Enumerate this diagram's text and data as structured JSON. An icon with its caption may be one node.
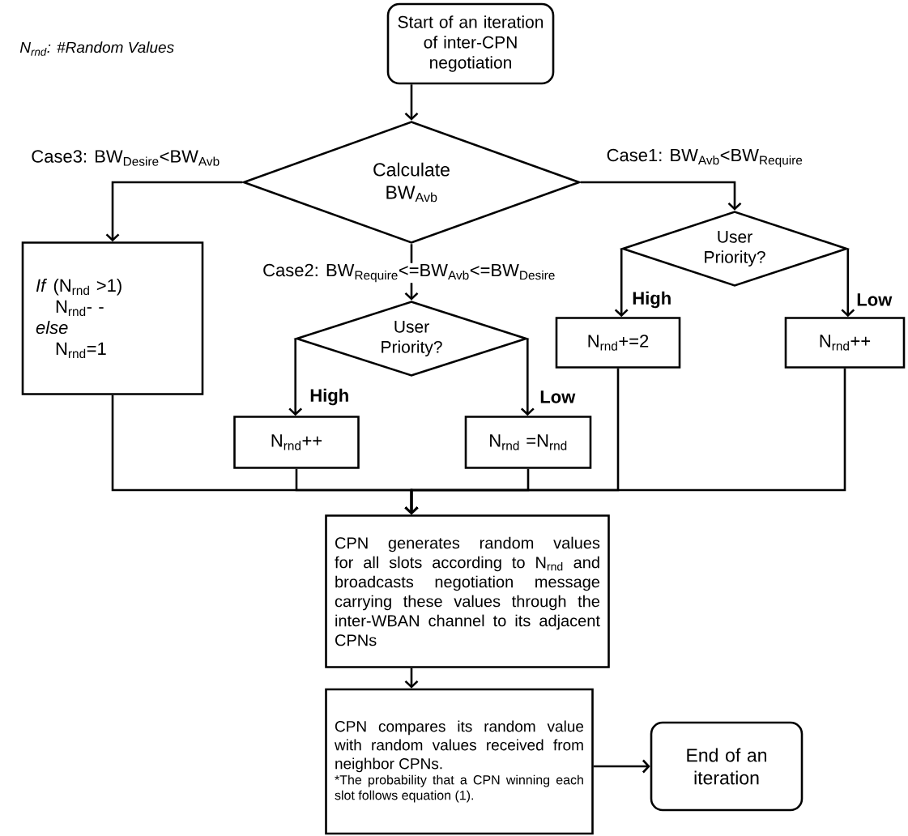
{
  "diagram": {
    "nodes": [
      {
        "text": [
          "Start of an iteration of inter-CPN negotiation"
        ]
      },
      {
        "text": [
          "Calculate BW$_{Avb}$"
        ]
      },
      {
        "text": [
          "*If* (N$_{rnd}$ >1)",
          "N$_{rnd}$- -",
          "else",
          "N$_{rnd}$=1"
        ]
      },
      {
        "text": [
          "User Priority?"
        ]
      },
      {
        "text": [
          "N$_{rnd}$+=2"
        ]
      },
      {
        "text": [
          "N$_{rnd}$++"
        ]
      },
      {
        "text": [
          "User Priority?"
        ]
      },
      {
        "text": [
          "N$_{rnd}$++"
        ]
      },
      {
        "text": [
          "N$_{rnd}$ =N$_{rnd}$"
        ]
      },
      {
        "text": [
          "CPN generates random values for all slots according to N$_{rnd}$ and broadcasts negotiation message carrying these values through the inter-WBAN channel to its adjacent CPNs"
        ]
      },
      {
        "text": [
          "CPN compares its random value with random values received from neighbor CPNs.",
          "*The probability that a CPN winning each slot follows equation (1)."
        ]
      },
      {
        "text": [
          "End of an iteration"
        ]
      }
    ],
    "edges": [
      {
        "from": 0,
        "to": 1,
        "arrow": "to"
      },
      {
        "from": 1,
        "to": 2,
        "arrow": "to",
        "label": "Case3: BW$_{Desire}$<BW$_{Avb}$"
      },
      {
        "from": 1,
        "to": 3,
        "arrow": "to",
        "label": "Case1: BW$_{Avb}$<BW$_{Require}$"
      },
      {
        "from": 1,
        "to": 6,
        "arrow": "to",
        "label": "Case2: BW$_{Require}$<=BW$_{Avb}$<=BW$_{Desire}$"
      },
      {
        "from": 3,
        "to": 4,
        "arrow": "to",
        "label": "High"
      },
      {
        "from": 3,
        "to": 5,
        "arrow": "to",
        "label": "Low"
      },
      {
        "from": 6,
        "to": 7,
        "arrow": "to",
        "label": "High"
      },
      {
        "from": 6,
        "to": 8,
        "arrow": "to",
        "label": "Low"
      },
      {
        "from": 2,
        "to": 9,
        "arrow": "to"
      },
      {
        "from": 7,
        "to": 9,
        "arrow": "to"
      },
      {
        "from": 8,
        "to": 9,
        "arrow": "to"
      },
      {
        "from": 4,
        "to": 9,
        "arrow": "to"
      },
      {
        "from": 5,
        "to": 9,
        "arrow": "to"
      },
      {
        "from": 9,
        "to": 10,
        "arrow": "to"
      },
      {
        "from": 10,
        "to": 11,
        "arrow": "to"
      }
    ],
    "labels": [
      "N$_{rnd}$: #Random Values"
    ]
  }
}
